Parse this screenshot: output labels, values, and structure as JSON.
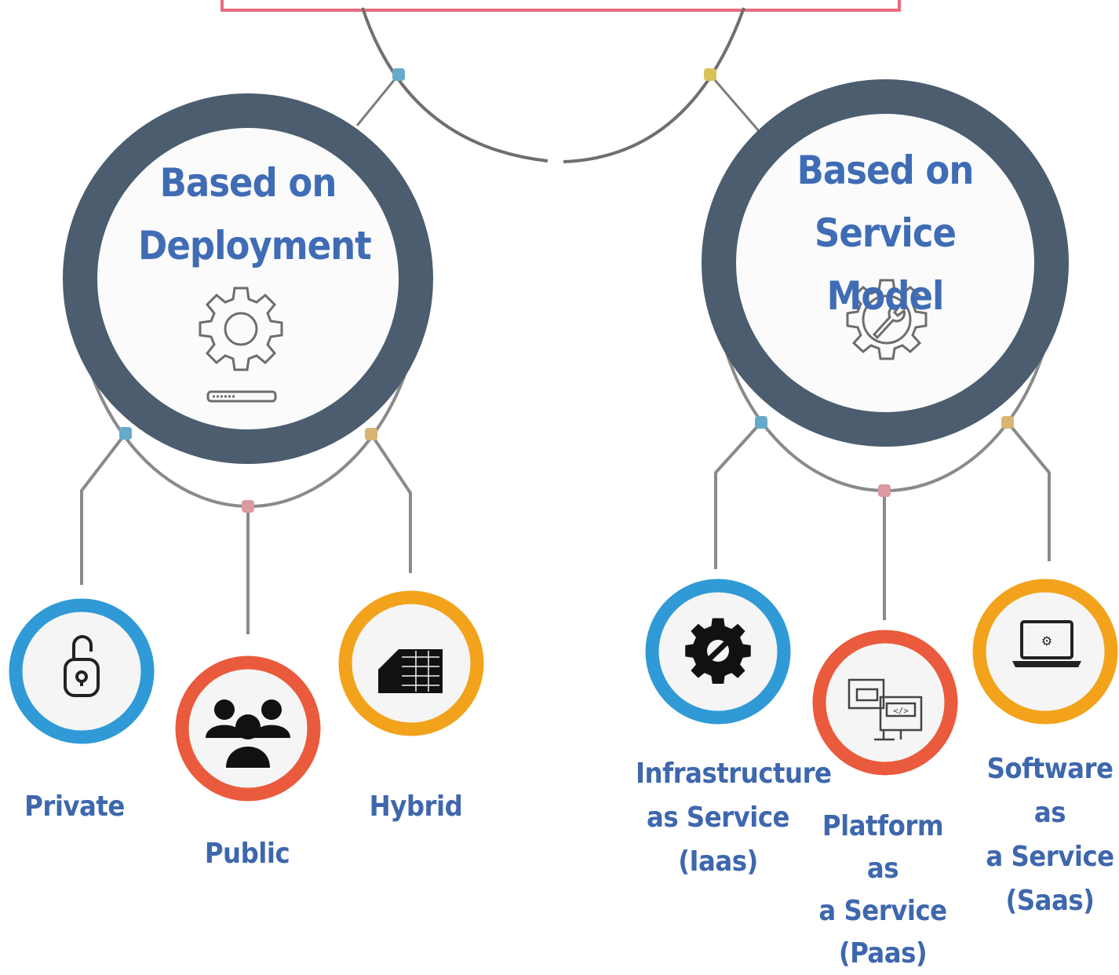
{
  "deployment": {
    "title_line1": "Based on",
    "title_line2": "Deployment",
    "icon": "gear-settings-icon",
    "children": [
      {
        "label": "Private",
        "icon": "padlock-icon",
        "ring_color": "#2f9ad6"
      },
      {
        "label": "Public",
        "icon": "people-group-icon",
        "ring_color": "#ea5a3c"
      },
      {
        "label": "Hybrid",
        "icon": "server-rack-icon",
        "ring_color": "#f2a31b"
      }
    ]
  },
  "service_model": {
    "title_line1": "Based on",
    "title_line2": "Service Model",
    "icon": "gear-wrench-icon",
    "children": [
      {
        "label_lines": [
          "Infrastructure",
          "as Service",
          "(Iaas)"
        ],
        "icon": "gear-icon",
        "ring_color": "#2f9ad6"
      },
      {
        "label_lines": [
          "Platform as",
          "a Service",
          "(Paas)"
        ],
        "icon": "code-screens-icon",
        "ring_color": "#ea5a3c"
      },
      {
        "label_lines": [
          "Software as",
          "a Service",
          "(Saas)"
        ],
        "icon": "laptop-icon",
        "ring_color": "#f2a31b"
      }
    ]
  },
  "colors": {
    "hub_ring": "#4b5d6e",
    "connector": "#7d7d7d",
    "top_banner_border": "#e96b7f",
    "title_text": "#3f6cb5",
    "dot_blue": "#67a9c9",
    "dot_yellow": "#d8c35a",
    "dot_pink": "#d99aa0",
    "dot_gold": "#d9b474"
  }
}
